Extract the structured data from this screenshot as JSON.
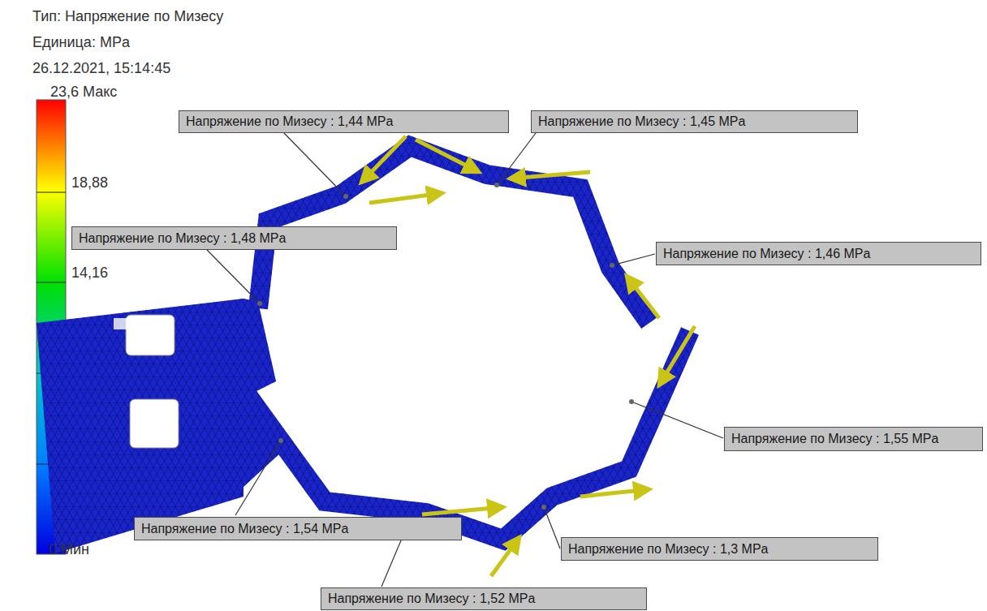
{
  "diagram": {
    "title": "Тип: Напряжение по Мизесу",
    "nodes": [
      {
        "text": [
          "Напряжение по Мизесу : 1,44 MPa"
        ]
      },
      {
        "text": [
          "Напряжение по Мизесу : 1,45 MPa"
        ]
      },
      {
        "text": [
          "Напряжение по Мизесу : 1,48 MPa"
        ]
      },
      {
        "text": [
          "Напряжение по Мизесу : 1,46 MPa"
        ]
      },
      {
        "text": [
          "Напряжение по Мизесу : 1,55 MPa"
        ]
      },
      {
        "text": [
          "Напряжение по Мизесу : 1,54 MPa"
        ]
      },
      {
        "text": [
          "Напряжение по Мизесу : 1,3 MPa"
        ]
      },
      {
        "text": [
          "Напряжение по Мизесу : 1,52 MPa"
        ]
      }
    ],
    "labels": [
      "Единица: MPa",
      "26.12.2021, 15:14:45",
      "23,6 Макс",
      "18,88",
      "14,16",
      "0 Мин"
    ]
  }
}
